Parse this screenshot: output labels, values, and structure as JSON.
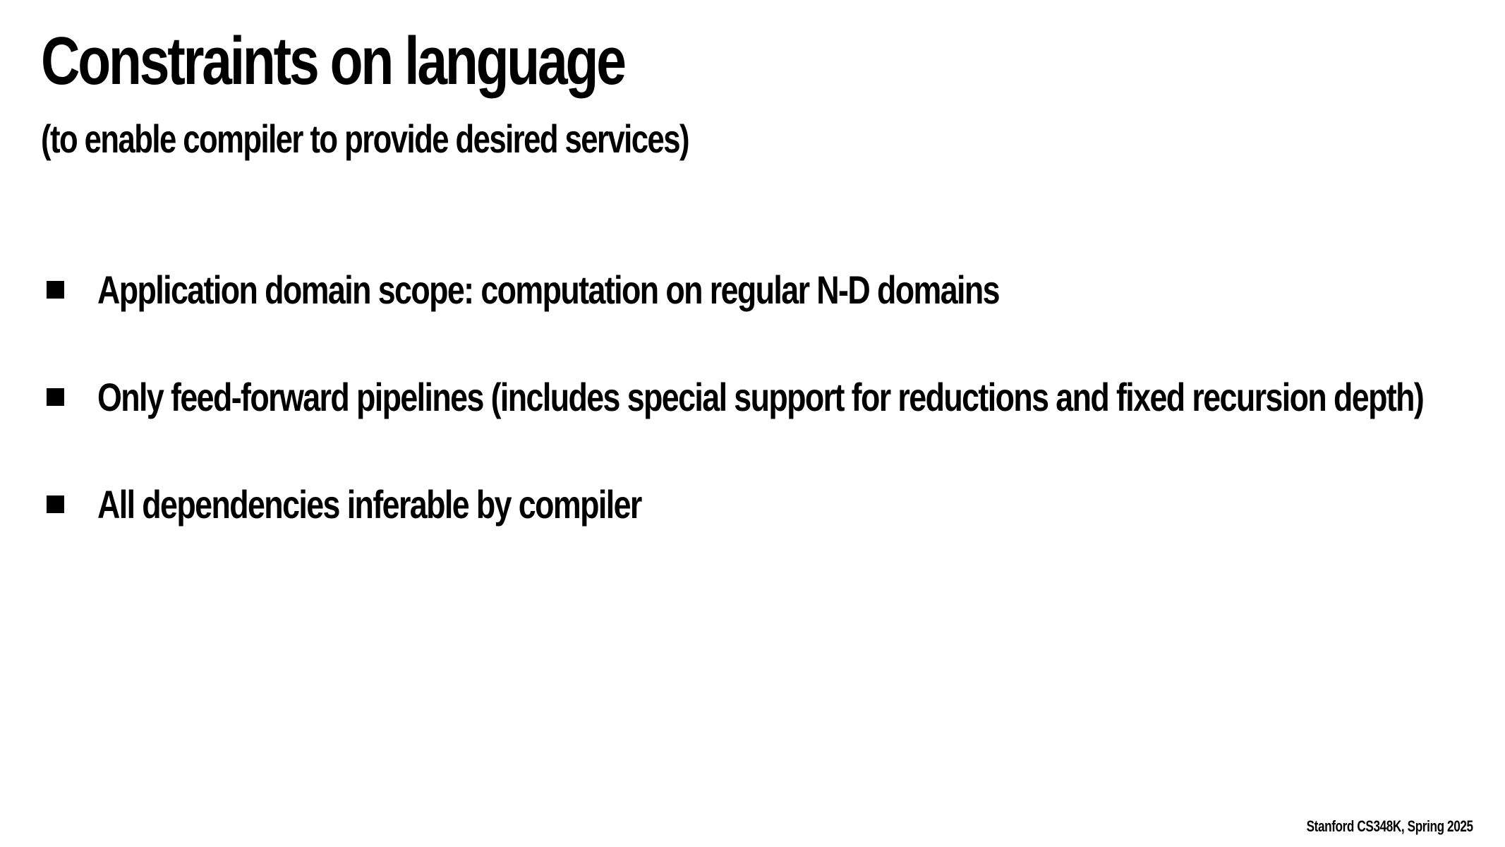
{
  "slide": {
    "title": "Constraints on language",
    "subtitle": "(to enable compiler to provide desired services)",
    "bullets": [
      {
        "marker_icon": "square-bullet-icon",
        "text": "Application domain scope: computation on regular N-D domains"
      },
      {
        "marker_icon": "square-bullet-icon",
        "text": "Only feed-forward pipelines (includes special support for reductions and fixed recursion depth)"
      },
      {
        "marker_icon": "square-bullet-icon",
        "text": "All dependencies inferable by compiler"
      }
    ],
    "footer": "Stanford CS348K, Spring 2025"
  },
  "colors": {
    "background": "#ffffff",
    "text": "#000000"
  }
}
